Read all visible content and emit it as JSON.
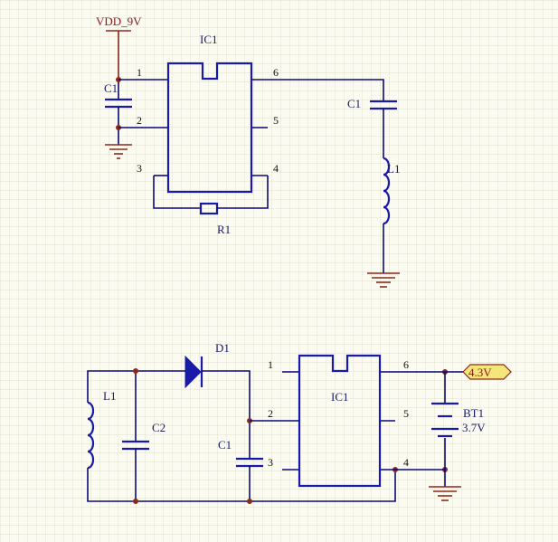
{
  "top": {
    "vdd_label": "VDD_9V",
    "ic_label": "IC1",
    "pins_left": [
      "1",
      "2",
      "3"
    ],
    "pins_right": [
      "6",
      "5",
      "4"
    ],
    "cap_left_label": "C1",
    "cap_right_label": "C1",
    "inductor_label": "L1",
    "resistor_label": "R1"
  },
  "bottom": {
    "inductor_label": "L1",
    "cap_c2_label": "C2",
    "diode_label": "D1",
    "cap_c1_label": "C1",
    "ic_label": "IC1",
    "pins_left": [
      "1",
      "2",
      "3"
    ],
    "pins_right": [
      "6",
      "5",
      "4"
    ],
    "port_label": "4.3V",
    "battery_label": "BT1",
    "battery_value": "3.7V"
  },
  "colors": {
    "background": "#fbfbf1",
    "grid": "#d6d6c4",
    "wire": "#0a0a78",
    "component": "#1a1aa8",
    "power": "#8b1a1a",
    "port_fill": "#f5e67a"
  }
}
